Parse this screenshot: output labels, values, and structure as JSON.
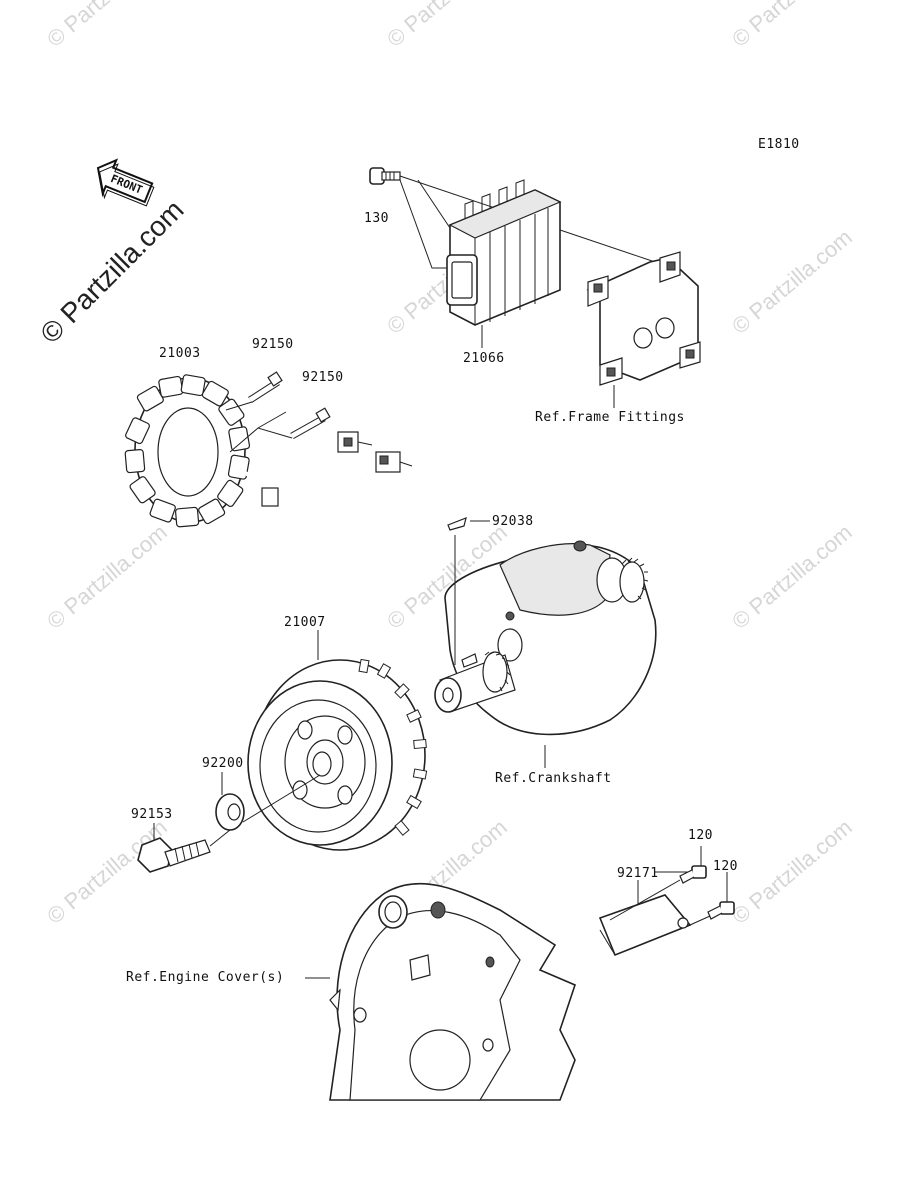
{
  "diagram": {
    "code": "E1810",
    "front_label": "FRONT",
    "copyright_watermark": "© Partzilla.com",
    "background_watermark": "© Partzilla.com",
    "parts": [
      {
        "id": "p130",
        "number": "130"
      },
      {
        "id": "p21066",
        "number": "21066"
      },
      {
        "id": "p21003",
        "number": "21003"
      },
      {
        "id": "p92150a",
        "number": "92150"
      },
      {
        "id": "p92150b",
        "number": "92150"
      },
      {
        "id": "p92038",
        "number": "92038"
      },
      {
        "id": "p21007",
        "number": "21007"
      },
      {
        "id": "p92200",
        "number": "92200"
      },
      {
        "id": "p92153",
        "number": "92153"
      },
      {
        "id": "p120a",
        "number": "120"
      },
      {
        "id": "p120b",
        "number": "120"
      },
      {
        "id": "p92171",
        "number": "92171"
      }
    ],
    "references": {
      "frame_fittings": "Ref.Frame Fittings",
      "crankshaft": "Ref.Crankshaft",
      "engine_cover": "Ref.Engine Cover(s)"
    }
  }
}
